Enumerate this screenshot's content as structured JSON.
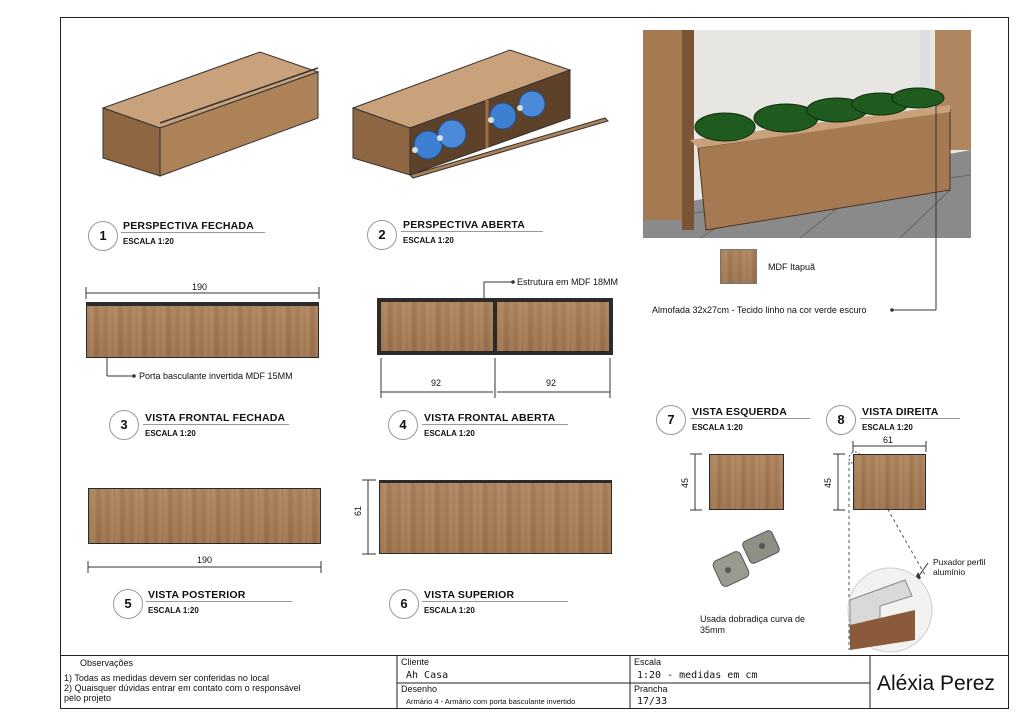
{
  "views": [
    {
      "num": "1",
      "title": "PERSPECTIVA FECHADA",
      "scale": "ESCALA 1:20"
    },
    {
      "num": "2",
      "title": "PERSPECTIVA ABERTA",
      "scale": "ESCALA 1:20"
    },
    {
      "num": "3",
      "title": "VISTA FRONTAL FECHADA",
      "scale": "ESCALA 1:20"
    },
    {
      "num": "4",
      "title": "VISTA FRONTAL ABERTA",
      "scale": "ESCALA 1:20"
    },
    {
      "num": "5",
      "title": "VISTA POSTERIOR",
      "scale": "ESCALA 1:20"
    },
    {
      "num": "6",
      "title": "VISTA SUPERIOR",
      "scale": "ESCALA 1:20"
    },
    {
      "num": "7",
      "title": "VISTA ESQUERDA",
      "scale": "ESCALA 1:20"
    },
    {
      "num": "8",
      "title": "VISTA DIREITA",
      "scale": "ESCALA 1:20"
    }
  ],
  "dimensions": {
    "frontal_fechada_width": "190",
    "frontal_aberta_left": "92",
    "frontal_aberta_right": "92",
    "posterior_width": "190",
    "superior_depth": "61",
    "esquerda_height": "45",
    "direita_height": "45",
    "direita_depth": "61"
  },
  "annotations": {
    "porta": "Porta basculante invertida MDF 15MM",
    "estrutura": "Estrutura em MDF 18MM",
    "material": "MDF Itapuã",
    "almofada": "Almofada 32x27cm - Tecido linho na cor verde escuro",
    "dobradica": "Usada dobradiça curva de 35mm",
    "puxador": "Puxador perfil alumínio"
  },
  "title_block": {
    "observacoes_label": "Observações",
    "obs_1": "1) Todas as medidas devem ser conferidas no local",
    "obs_2": "2) Quaisquer dúvidas entrar em contato com o responsável",
    "obs_2b": "pelo projeto",
    "cliente_label": "Cliente",
    "cliente_value": "Ah Casa",
    "desenho_label": "Desenho",
    "desenho_value": "Armário 4 - Armário com porta basculante invertido",
    "escala_label": "Escala",
    "escala_value": "1:20 - medidas em cm",
    "prancha_label": "Prancha",
    "prancha_value": "17/33",
    "author": "Aléxia Perez"
  },
  "colors": {
    "wood": "#a57a52",
    "cushion": "#1f5a1f",
    "bottle": "#3d7fd0"
  }
}
